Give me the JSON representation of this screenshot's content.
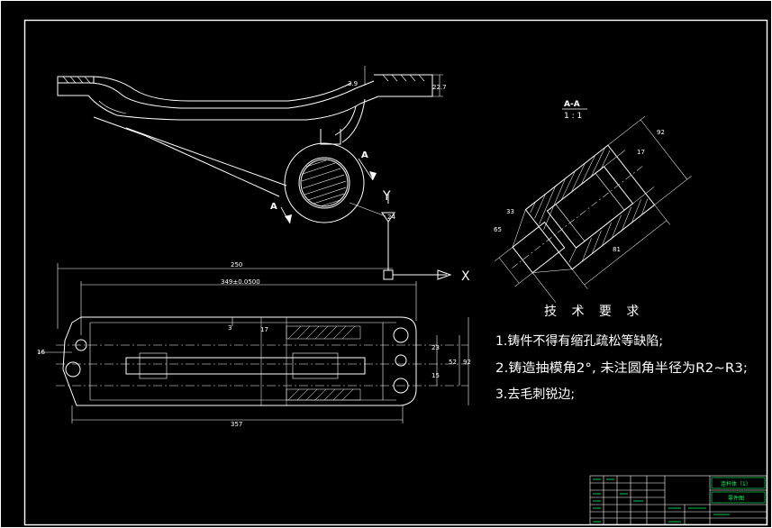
{
  "drawing": {
    "background_color": "#000000",
    "line_color": "#ffffff",
    "title_block_color": "#00ff66"
  },
  "top_view": {
    "dims": {
      "d39": "3.9",
      "d227": "22.7",
      "d24": "24"
    },
    "section_marker": "A",
    "axis_y": "Y"
  },
  "plan_view": {
    "axis_x": "X",
    "dims": {
      "d250": "250",
      "d349": "349±0.0500",
      "d357": "357",
      "d16": "16",
      "d3": "3",
      "d17": "17",
      "d23": "23",
      "d52": "52",
      "d92": "92",
      "d15": "15"
    }
  },
  "section": {
    "title": "A-A",
    "scale": "1 : 1",
    "dims": {
      "d92": "92",
      "d17": "17",
      "d33": "33",
      "d65": "65",
      "d81": "81"
    }
  },
  "requirements": {
    "heading": "技 术 要 求",
    "items": [
      "1.铸件不得有缩孔疏松等缺陷;",
      "2.铸造抽模角2°, 未注圆角半径为R2~R3;",
      "3.去毛刺锐边;"
    ]
  },
  "title_block": {
    "part_name": "连杆体（1）",
    "drawing_no": "零件图"
  }
}
